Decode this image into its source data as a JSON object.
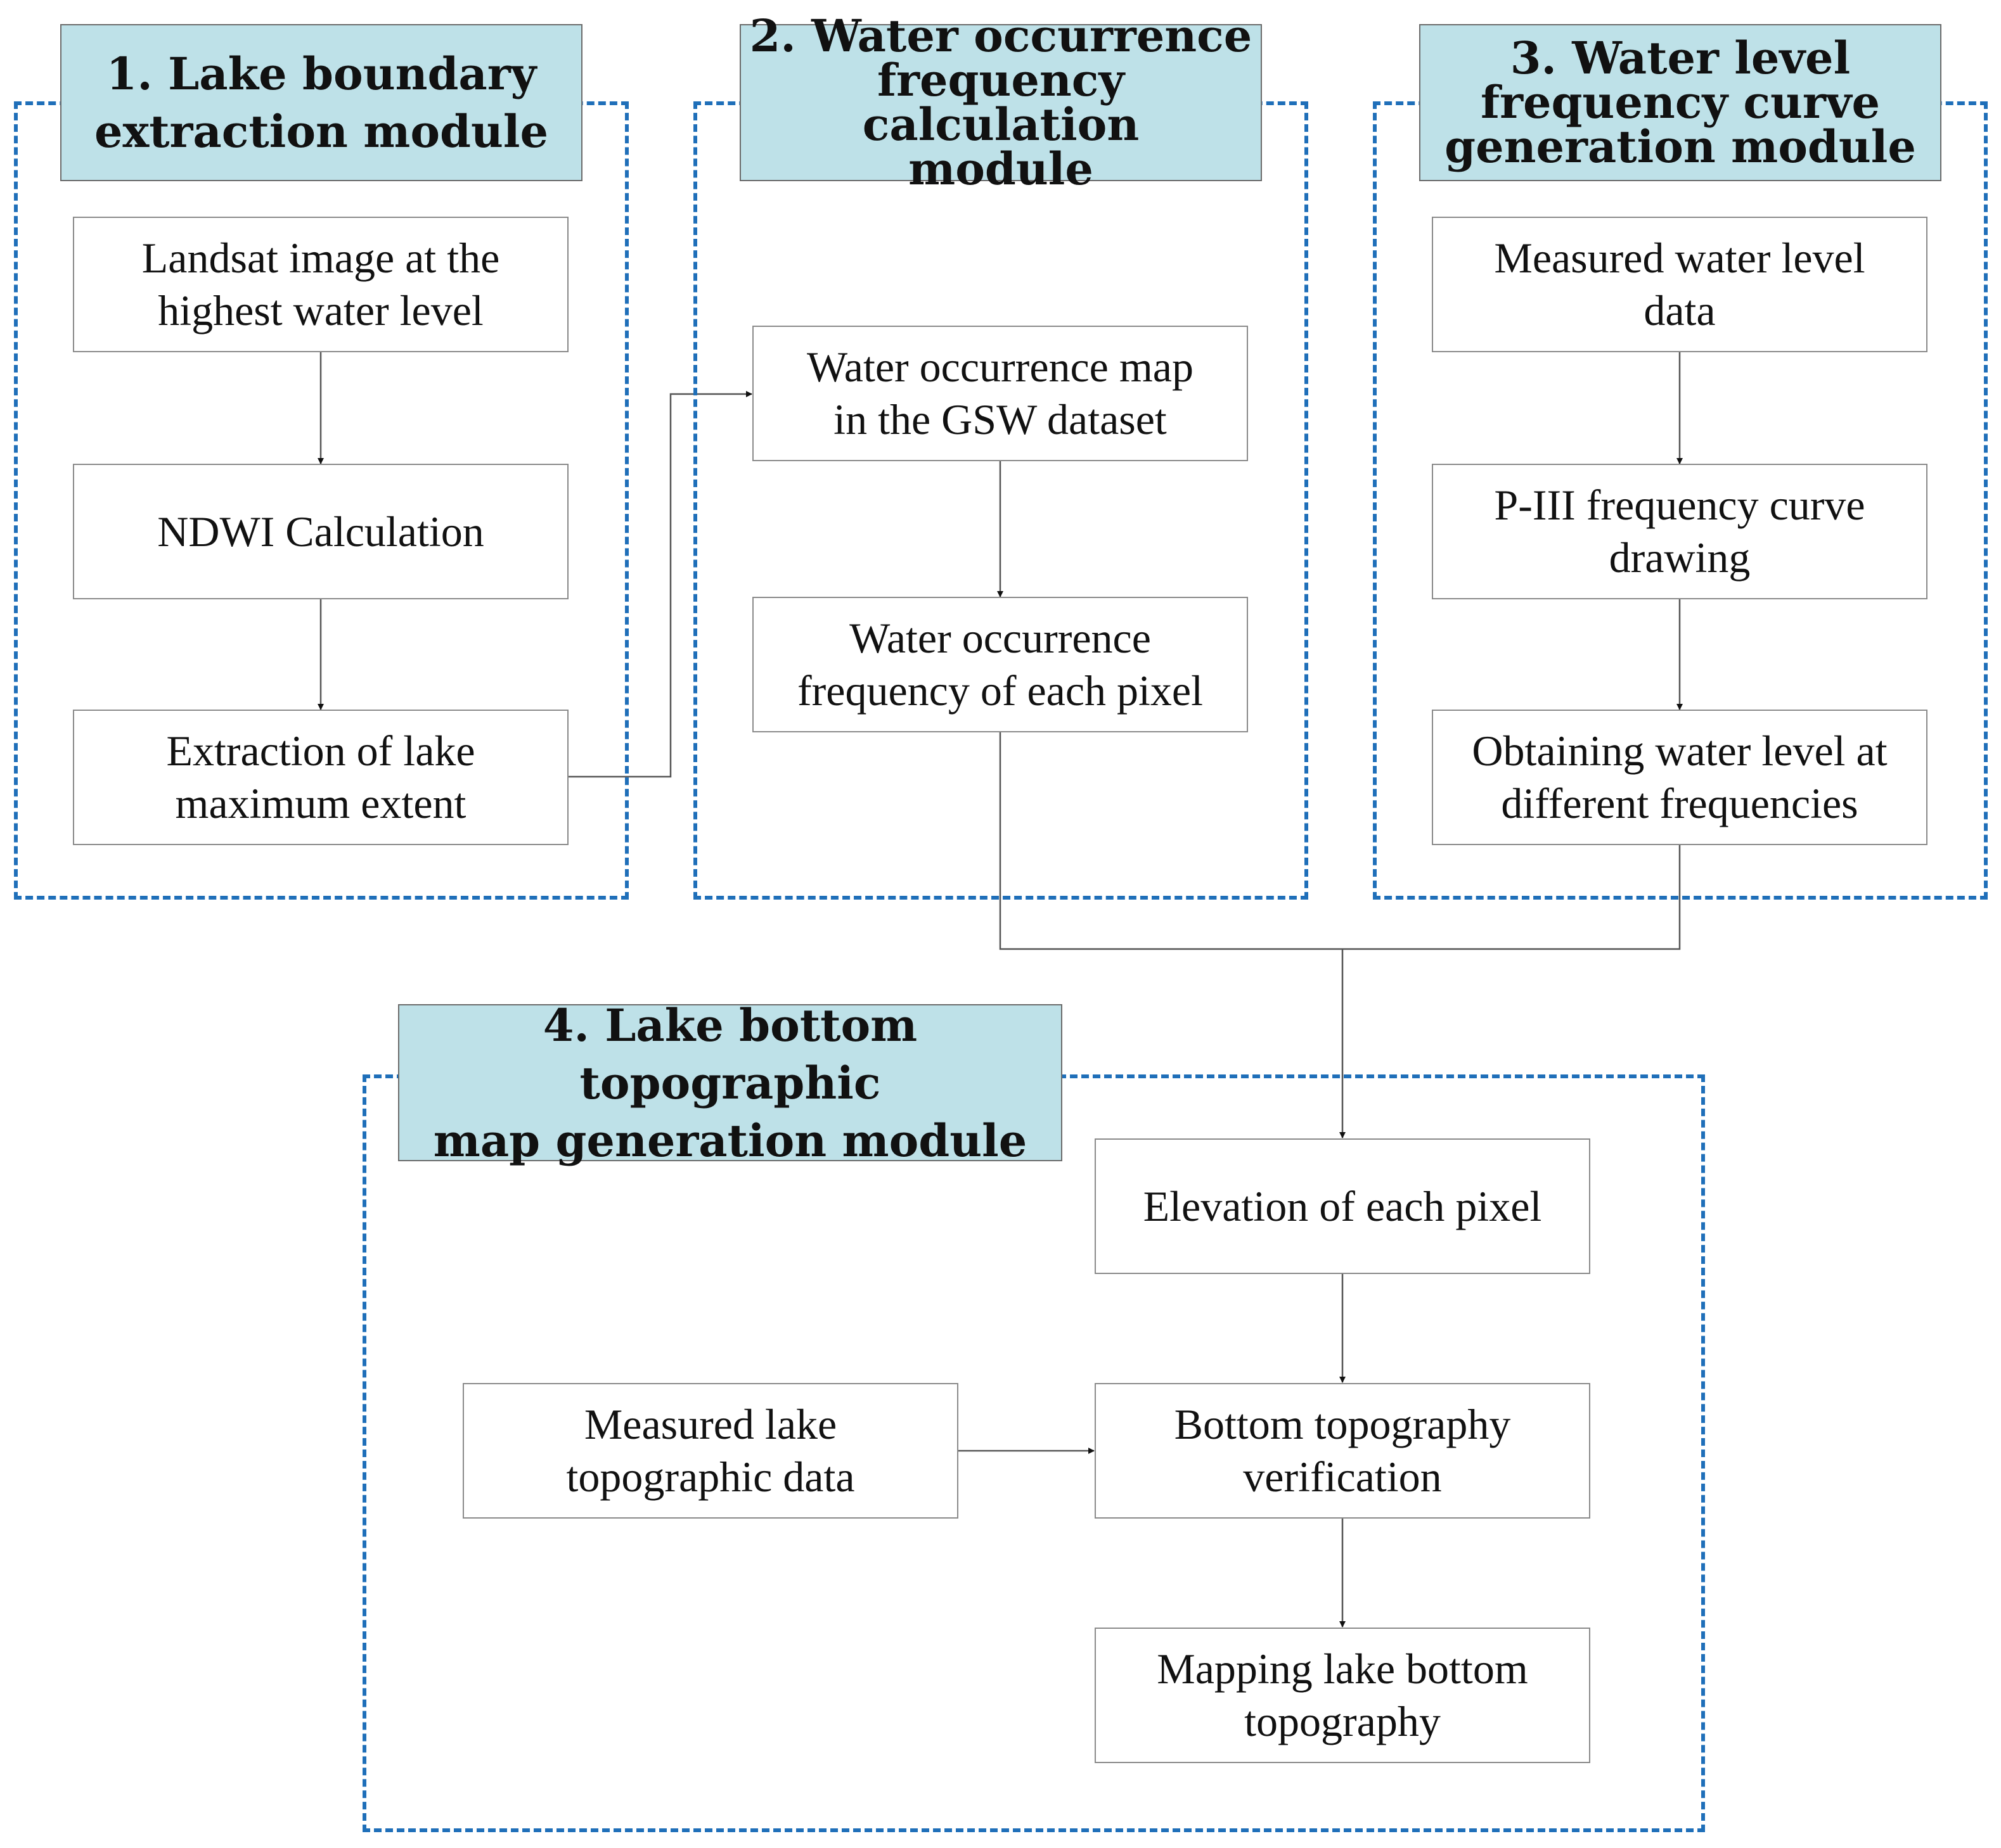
{
  "modules": {
    "lake_boundary": {
      "title": "1. Lake boundary\nextraction module",
      "steps": {
        "landsat_image": "Landsat image at the\nhighest water level",
        "ndwi": "NDWI Calculation",
        "extraction": "Extraction of lake\nmaximum extent"
      }
    },
    "water_occurrence": {
      "title": "2. Water occurrence\nfrequency calculation\nmodule",
      "steps": {
        "gsw_map": "Water occurrence map\nin the GSW dataset",
        "pixel_frequency": "Water occurrence\nfrequency of each pixel"
      }
    },
    "water_level": {
      "title": "3. Water level\nfrequency curve\ngeneration module",
      "steps": {
        "measured_level": "Measured water level\ndata",
        "p3_curve": "P-III frequency curve\ndrawing",
        "level_at_frequencies": "Obtaining water level at\ndifferent frequencies"
      }
    },
    "lake_bottom": {
      "title": "4. Lake bottom topographic\nmap generation module",
      "steps": {
        "pixel_elevation": "Elevation of each pixel",
        "measured_topo": "Measured lake\ntopographic data",
        "verification": "Bottom topography\nverification",
        "mapping": "Mapping lake bottom\ntopography"
      }
    }
  },
  "colors": {
    "region_border": "#1f6fb9",
    "title_fill": "#bee1e8",
    "step_border": "#8a8a8a",
    "connector": "#555555"
  }
}
